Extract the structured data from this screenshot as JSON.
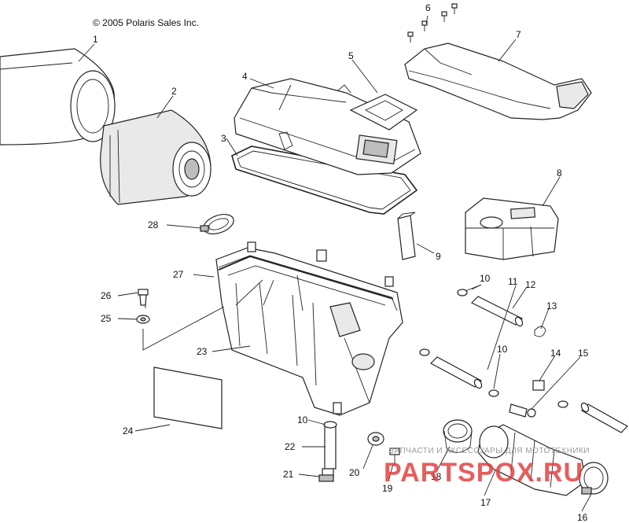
{
  "copyright": "© 2005 Polaris Sales Inc.",
  "watermark": {
    "tagline": "ЗАПЧАСТИ И АКСЕССУАРЫ ДЛЯ МОТОТЕХНИКИ",
    "logo": "PARTSPOX.RU",
    "color": "#e23a3a"
  },
  "callouts": {
    "c1": "1",
    "c2": "2",
    "c3": "3",
    "c4": "4",
    "c5": "5",
    "c6": "6",
    "c7": "7",
    "c8": "8",
    "c9": "9",
    "c10a": "10",
    "c10b": "10",
    "c10c": "10",
    "c11": "11",
    "c12": "12",
    "c13": "13",
    "c14": "14",
    "c15": "15",
    "c16": "16",
    "c17": "17",
    "c18": "18",
    "c19": "19",
    "c20": "20",
    "c21": "21",
    "c22": "22",
    "c23": "23",
    "c24": "24",
    "c25": "25",
    "c26": "26",
    "c27": "27",
    "c28": "28"
  }
}
